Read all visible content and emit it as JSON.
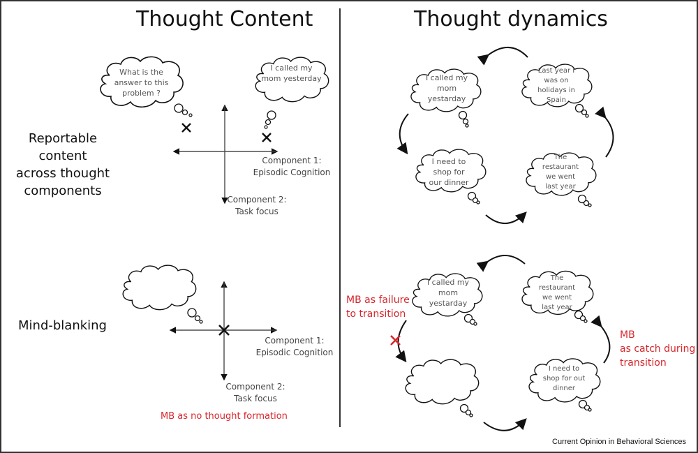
{
  "left_panel": {
    "title": "Thought Content",
    "rows": [
      {
        "label_lines": [
          "Reportable content",
          "across thought",
          "components"
        ],
        "axis_x_label_lines": [
          "Component 1:",
          "Episodic Cognition"
        ],
        "axis_y_label_lines": [
          "Component 2:",
          "Task focus"
        ],
        "clouds": [
          {
            "text_lines": [
              "What is the",
              "answer to this",
              "problem ?"
            ]
          },
          {
            "text_lines": [
              "I called my",
              "mom yesterday"
            ]
          }
        ]
      },
      {
        "label_lines": [
          "Mind-blanking"
        ],
        "axis_x_label_lines": [
          "Component 1:",
          "Episodic Cognition"
        ],
        "axis_y_label_lines": [
          "Component 2:",
          "Task focus"
        ],
        "clouds": [
          {
            "text_lines": []
          }
        ],
        "annotation": "MB  as no thought formation"
      }
    ]
  },
  "right_panel": {
    "title": "Thought dynamics",
    "top_cycle": {
      "clouds": [
        {
          "text_lines": [
            "I called my",
            "mom",
            "yestarday"
          ]
        },
        {
          "text_lines": [
            "Last year I",
            "was on",
            "holidays in",
            "Spain"
          ]
        },
        {
          "text_lines": [
            "I need to",
            "shop for",
            "our dinner"
          ]
        },
        {
          "text_lines": [
            "The",
            "restaurant",
            "we went",
            "last year"
          ]
        }
      ]
    },
    "bottom_cycle": {
      "clouds": [
        {
          "text_lines": [
            "I called my",
            "mom",
            "yestarday"
          ]
        },
        {
          "text_lines": [
            "The",
            "restaurant",
            "we went",
            "last year"
          ]
        },
        {
          "text_lines": []
        },
        {
          "text_lines": [
            "I need to",
            "shop for out",
            "dinner"
          ]
        }
      ],
      "annotation_left_lines": [
        "MB as failure",
        "to transition"
      ],
      "annotation_right_lines": [
        "MB",
        "as catch during",
        "transition"
      ]
    }
  },
  "credit": "Current Opinion in Behavioral Sciences",
  "colors": {
    "accent_red": "#d8262c",
    "ink": "#111111",
    "text_gray": "#555555"
  }
}
